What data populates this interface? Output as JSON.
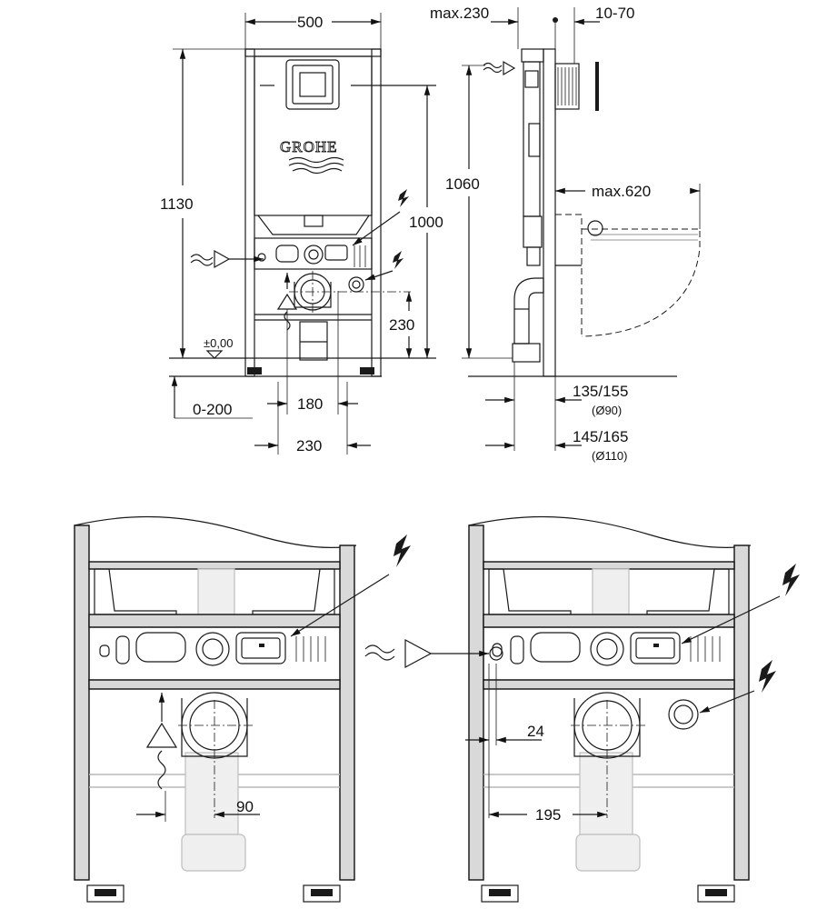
{
  "brand": "GROHE",
  "dimensions": {
    "width_top": "500",
    "height_frame": "1130",
    "height_1060": "1060",
    "height_1000": "1000",
    "height_230": "230",
    "floor_level": "±0,00",
    "adjust_range": "0-200",
    "spacing_180": "180",
    "spacing_230": "230",
    "max_230": "max.230",
    "range_10_70": "10-70",
    "max_620": "max.620",
    "d1": "135/155",
    "d1_sub": "(Ø90)",
    "d2": "145/165",
    "d2_sub": "(Ø110)",
    "offset_90": "90",
    "offset_24": "24",
    "offset_195": "195"
  },
  "symbols": {
    "electric": "electric-bolt-icon",
    "water": "water-supply-icon",
    "drain": "drain-icon"
  }
}
